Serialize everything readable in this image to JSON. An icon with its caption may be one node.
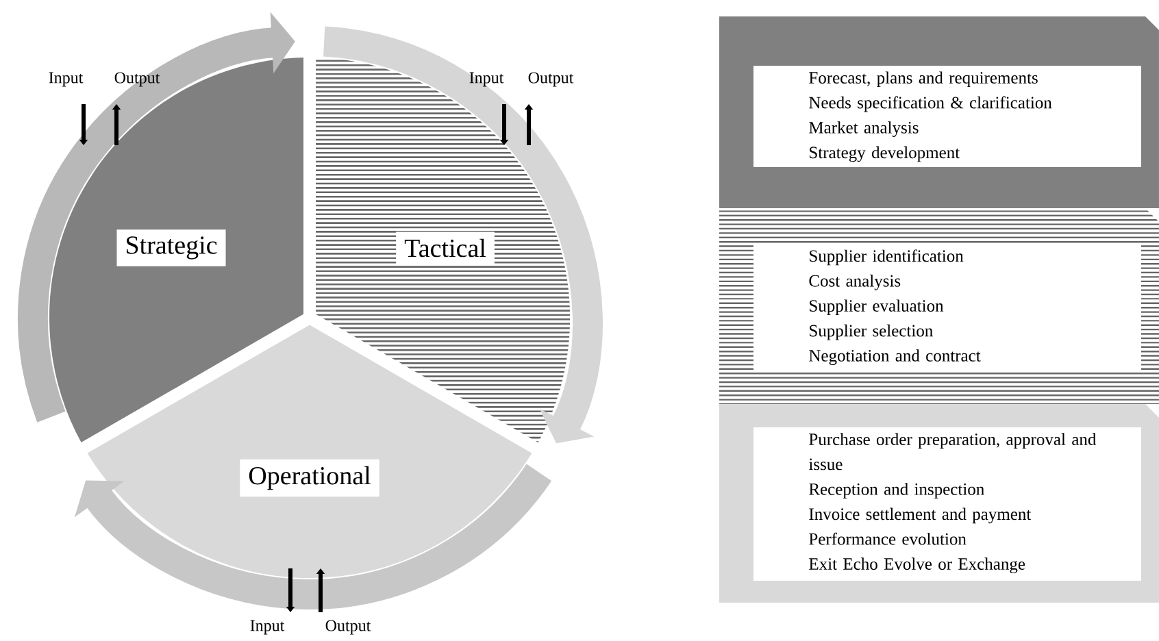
{
  "diagram": {
    "nodes": [
      {
        "text": [
          "Strategic"
        ]
      },
      {
        "text": [
          "Tactical"
        ]
      },
      {
        "text": [
          "Operational"
        ]
      },
      {
        "text": [
          "Forecast, plans and requirements",
          "Needs specification & clarification",
          "Market analysis",
          "Strategy development"
        ]
      },
      {
        "text": [
          "Supplier identification",
          "Cost analysis",
          "Supplier evaluation",
          "Supplier selection",
          "Negotiation and contract"
        ]
      },
      {
        "text": [
          "Purchase order preparation, approval and issue",
          "Reception and inspection",
          "Invoice settlement and payment",
          "Performance evolution",
          "Exit Echo Evolve or Exchange"
        ]
      }
    ],
    "labels": [
      "Input",
      "Output",
      "Input",
      "Output",
      "Input",
      "Output"
    ]
  }
}
